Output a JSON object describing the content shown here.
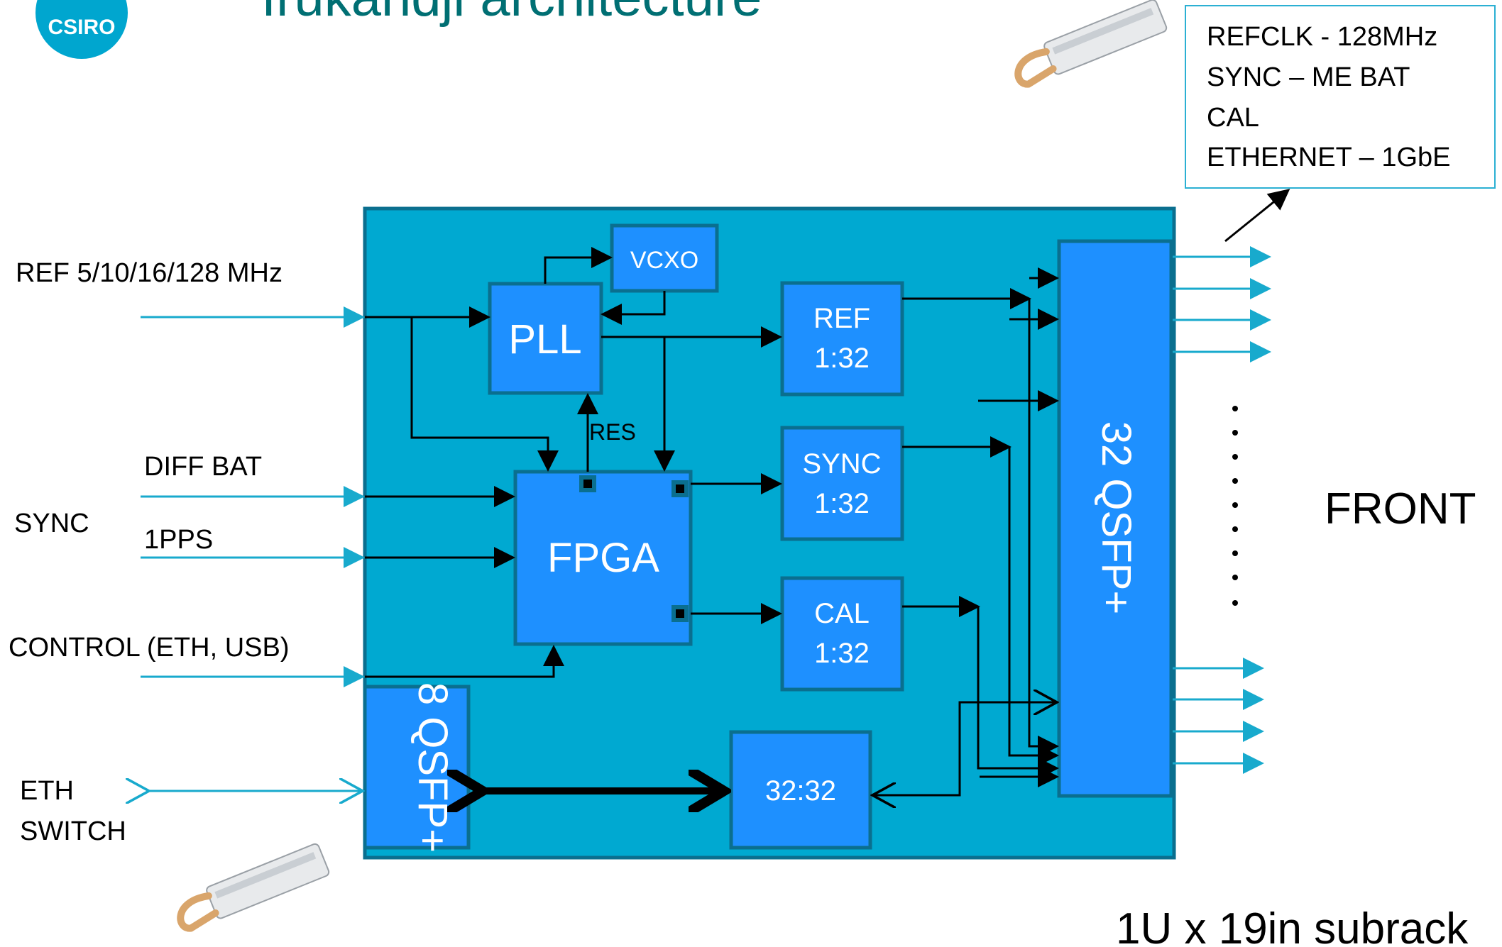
{
  "title": "Irukandji architecture",
  "logo_text": "CSIRO",
  "info_box": {
    "lines": [
      "REFCLK - 128MHz",
      "SYNC – ME BAT",
      "CAL",
      "ETHERNET – 1GbE"
    ]
  },
  "left_labels": {
    "ref": "REF 5/10/16/128 MHz",
    "diff_bat": "DIFF BAT",
    "sync": "SYNC",
    "pps": "1PPS",
    "control": "CONTROL (ETH, USB)",
    "eth_1": "ETH",
    "eth_2": "SWITCH"
  },
  "blocks": {
    "vcxo": "VCXO",
    "pll": "PLL",
    "fpga": "FPGA",
    "res": "RES",
    "ref_1": "REF",
    "ref_2": "1:32",
    "sync_1": "SYNC",
    "sync_2": "1:32",
    "cal_1": "CAL",
    "cal_2": "1:32",
    "switch": "32:32",
    "qsfp32": "32 QSFP+",
    "qsfp8": "8 QSFP+"
  },
  "front_label": "FRONT",
  "subrack_label": "1U x 19in subrack",
  "colors": {
    "title": "#006f73",
    "board": "#00a9d1",
    "block": "#1e90ff",
    "block_border": "#0a6f8f",
    "input_arrow": "#18aacd",
    "logo": "#00a6cf"
  }
}
